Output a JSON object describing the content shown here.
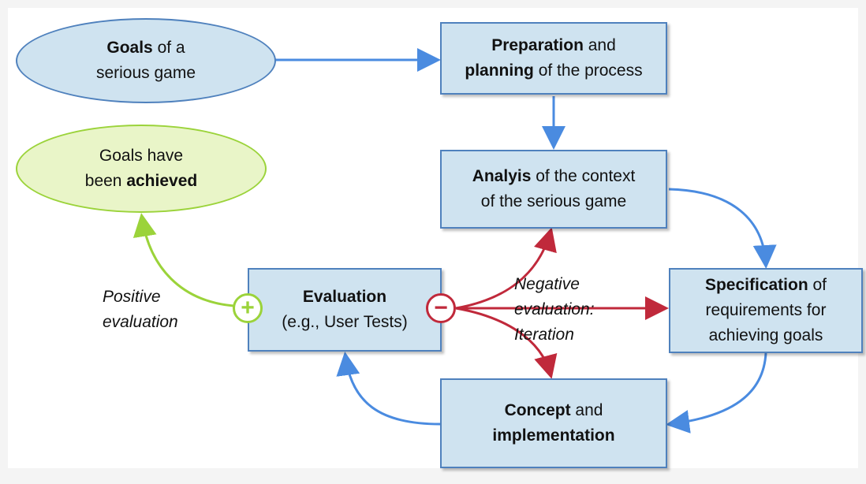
{
  "colors": {
    "box_fill": "#cfe3f0",
    "box_border": "#4f81bd",
    "flow_arrow": "#4a8be0",
    "negative_arrow": "#c0293b",
    "positive_arrow": "#9bd33a",
    "success_fill": "#e9f5c8"
  },
  "nodes": {
    "goals": {
      "bold": "Goals",
      "rest": " of a",
      "line2": "serious game"
    },
    "preparation": {
      "bold1": "Preparation",
      "rest1": " and",
      "bold2": "planning",
      "rest2": " of the process"
    },
    "analysis": {
      "bold": "Analyis",
      "rest": " of the context",
      "line2": "of the serious game"
    },
    "specification": {
      "bold": "Specification",
      "rest": " of",
      "line2": "requirements for",
      "line3": "achieving goals"
    },
    "concept": {
      "bold1": "Concept",
      "rest1": " and",
      "bold2": "implementation"
    },
    "evaluation": {
      "bold": "Evaluation",
      "line2": "(e.g., User Tests)"
    },
    "achieved": {
      "line1": "Goals have",
      "rest2": "been ",
      "bold2": "achieved"
    }
  },
  "labels": {
    "positive": {
      "line1": "Positive",
      "line2": "evaluation"
    },
    "negative": {
      "line1": "Negative",
      "line2": "evaluation:",
      "line3": "Iteration"
    }
  },
  "symbols": {
    "plus": "+",
    "minus": "−"
  }
}
